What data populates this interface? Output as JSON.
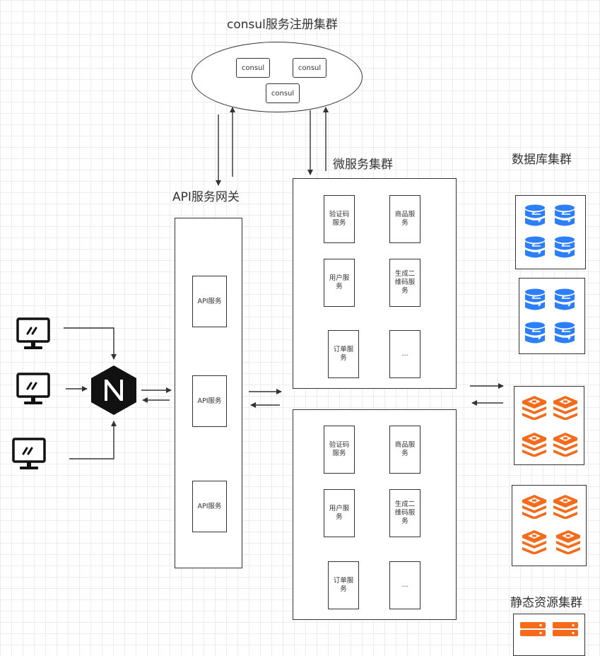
{
  "consul_cluster": {
    "title": "consul服务注册集群",
    "nodes": [
      "consul",
      "consul",
      "consul"
    ]
  },
  "gateway": {
    "title": "API服务网关",
    "services": [
      "API服务",
      "API服务",
      "API服务"
    ]
  },
  "microservices": {
    "title": "微服务集群",
    "groups": [
      [
        "验证码服务",
        "商品服务",
        "用户服务",
        "生成二维码服务",
        "订单服务",
        "..."
      ],
      [
        "验证码服务",
        "商品服务",
        "用户服务",
        "生成二维码服务",
        "订单服务",
        "..."
      ]
    ]
  },
  "database_cluster": {
    "title": "数据库集群"
  },
  "static_cluster": {
    "title": "静态资源集群"
  },
  "icons": {
    "client": "monitor-icon",
    "nginx": "nginx-icon",
    "database": "database-icon",
    "redis": "redis-icon",
    "server": "server-icon"
  },
  "colors": {
    "database_blue": "#2d7ff9",
    "redis_orange": "#f46b1b",
    "nginx_black": "#111111"
  }
}
